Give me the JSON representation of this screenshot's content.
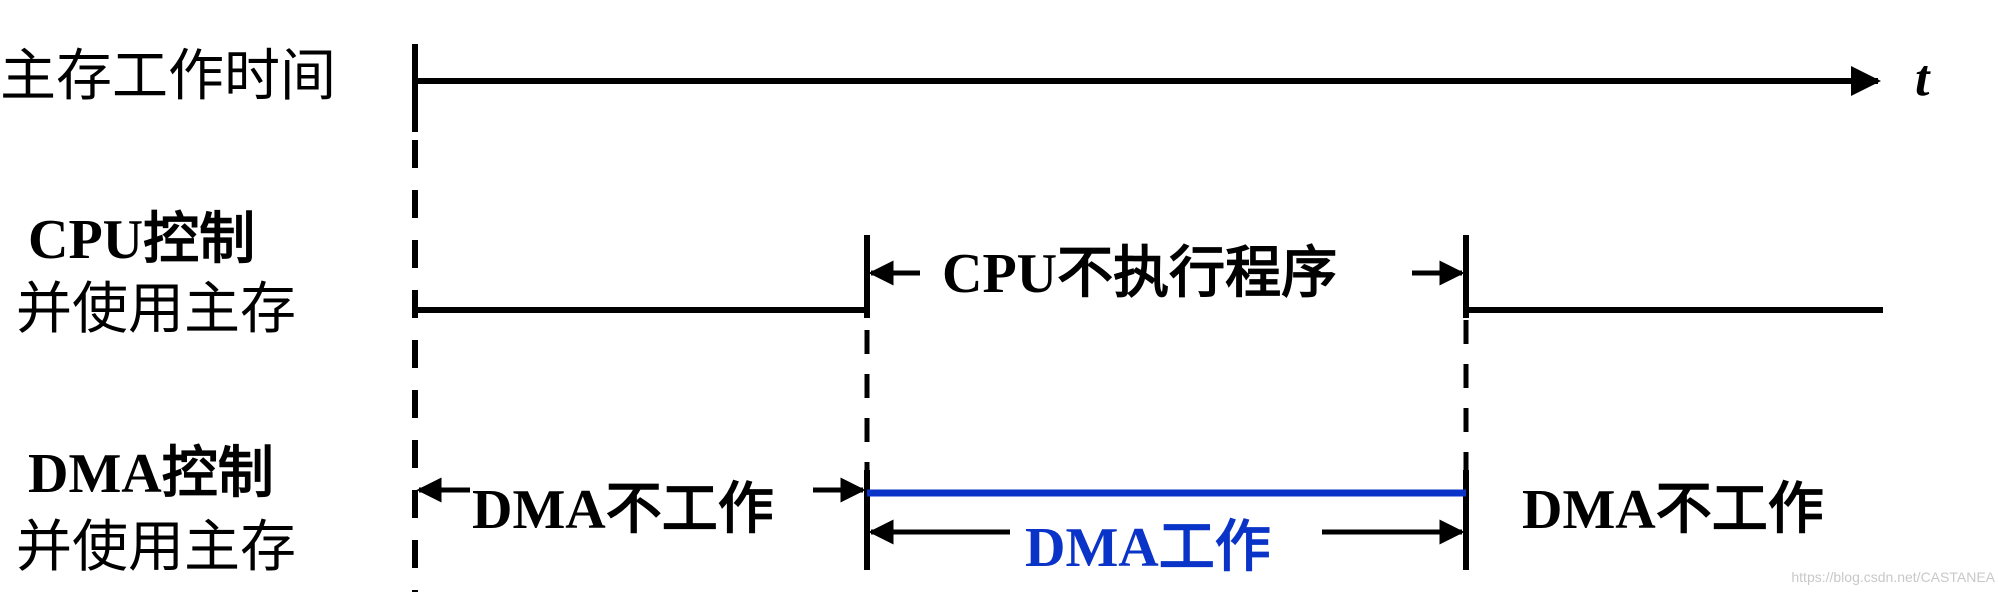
{
  "labels": {
    "row1": "主存工作时间",
    "time_axis": "t",
    "row2_line1": "CPU控制",
    "row2_line2": "并使用主存",
    "row3_line1": "DMA控制",
    "row3_line2": "并使用主存",
    "cpu_idle": "CPU不执行程序",
    "dma_idle_left": "DMA不工作",
    "dma_idle_right": "DMA不工作",
    "dma_active": "DMA工作"
  },
  "watermark": "https://blog.csdn.net/CASTANEA",
  "colors": {
    "line": "#000000",
    "dma_active": "#0a33c8",
    "watermark": "#c8c8c8"
  }
}
